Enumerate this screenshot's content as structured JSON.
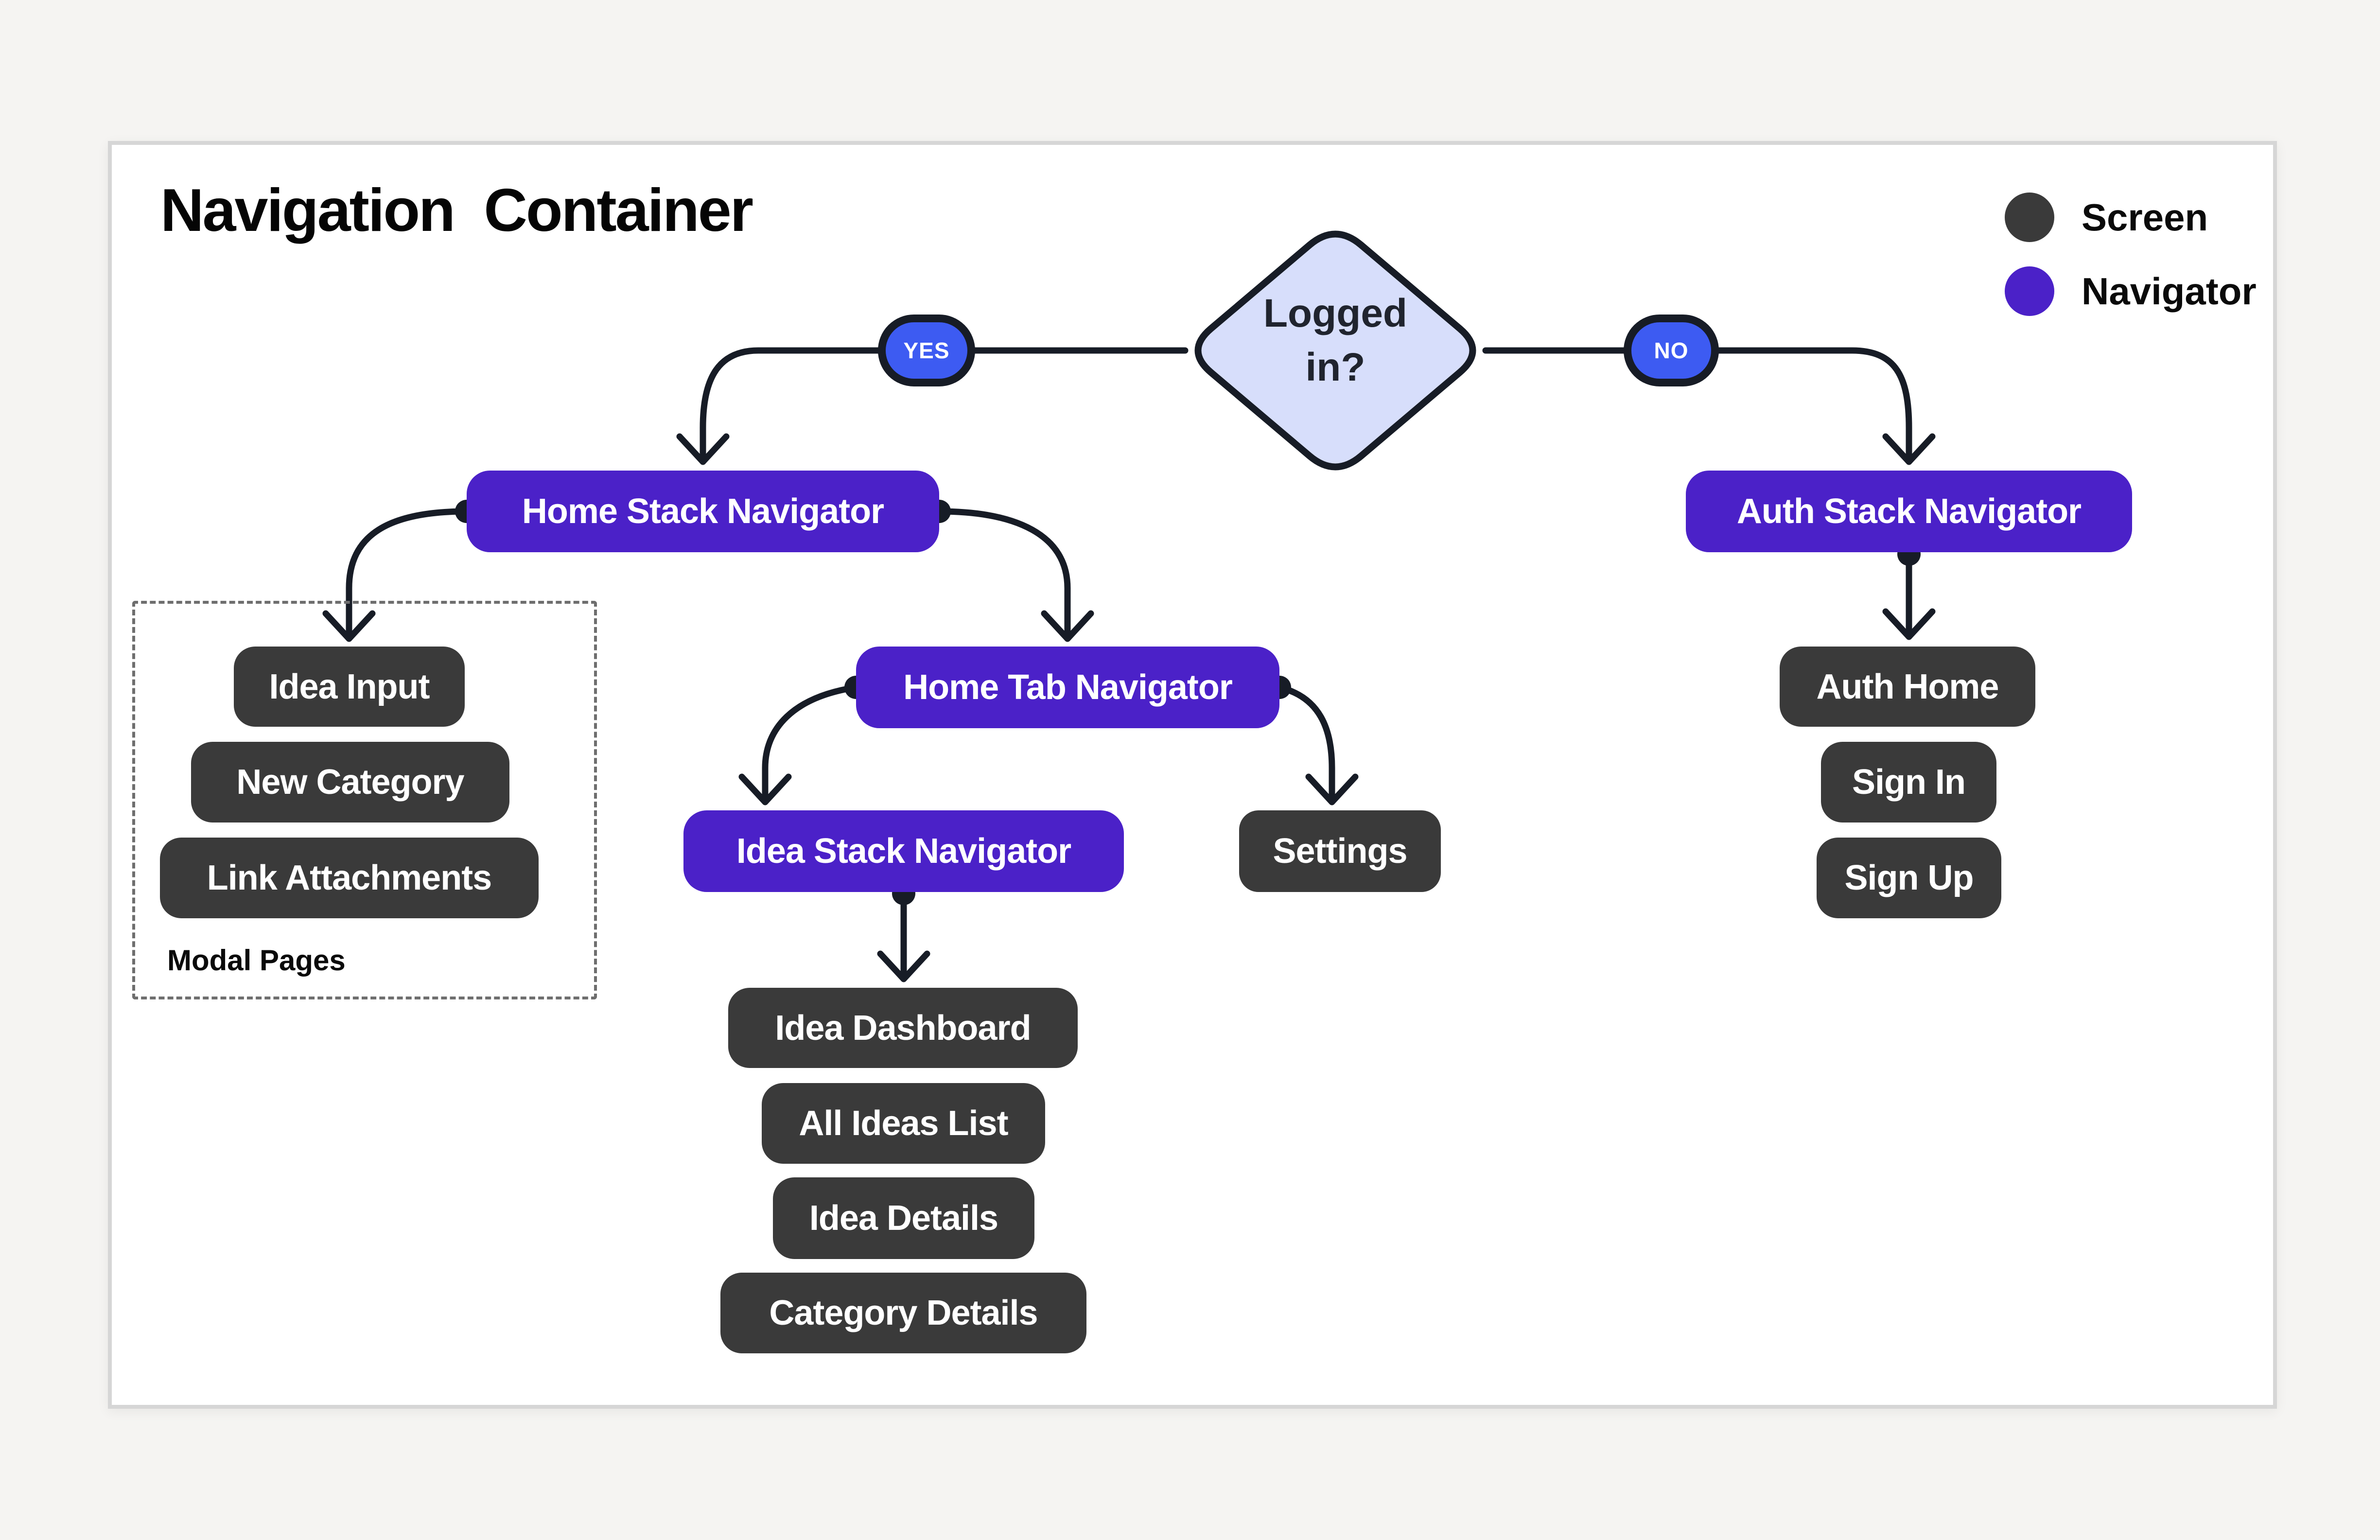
{
  "title": "Navigation Container",
  "legend": {
    "screen_label": "Screen",
    "navigator_label": "Navigator"
  },
  "decision": {
    "label": "Logged in?",
    "yes_label": "YES",
    "no_label": "NO"
  },
  "nodes": {
    "home_stack": {
      "label": "Home Stack Navigator",
      "type": "navigator"
    },
    "auth_stack": {
      "label": "Auth Stack Navigator",
      "type": "navigator"
    },
    "home_tab": {
      "label": "Home Tab Navigator",
      "type": "navigator"
    },
    "idea_stack": {
      "label": "Idea Stack Navigator",
      "type": "navigator"
    },
    "settings": {
      "label": "Settings",
      "type": "screen"
    },
    "idea_input": {
      "label": "Idea Input",
      "type": "screen"
    },
    "new_category": {
      "label": "New Category",
      "type": "screen"
    },
    "link_attachments": {
      "label": "Link Attachments",
      "type": "screen"
    },
    "idea_dashboard": {
      "label": "Idea Dashboard",
      "type": "screen"
    },
    "all_ideas_list": {
      "label": "All Ideas List",
      "type": "screen"
    },
    "idea_details": {
      "label": "Idea Details",
      "type": "screen"
    },
    "category_details": {
      "label": "Category Details",
      "type": "screen"
    },
    "auth_home": {
      "label": "Auth Home",
      "type": "screen"
    },
    "sign_in": {
      "label": "Sign In",
      "type": "screen"
    },
    "sign_up": {
      "label": "Sign Up",
      "type": "screen"
    }
  },
  "groups": {
    "modal_pages_label": "Modal Pages"
  },
  "colors": {
    "navigator_purple": "#4B21C8",
    "screen_dark": "#3A3A3A",
    "branch_blue": "#3D5BF2",
    "decision_fill": "#D7DEFB",
    "wire_dark": "#171C26",
    "panel_bg": "#FFFFFF",
    "page_bg": "#F5F4F2"
  }
}
